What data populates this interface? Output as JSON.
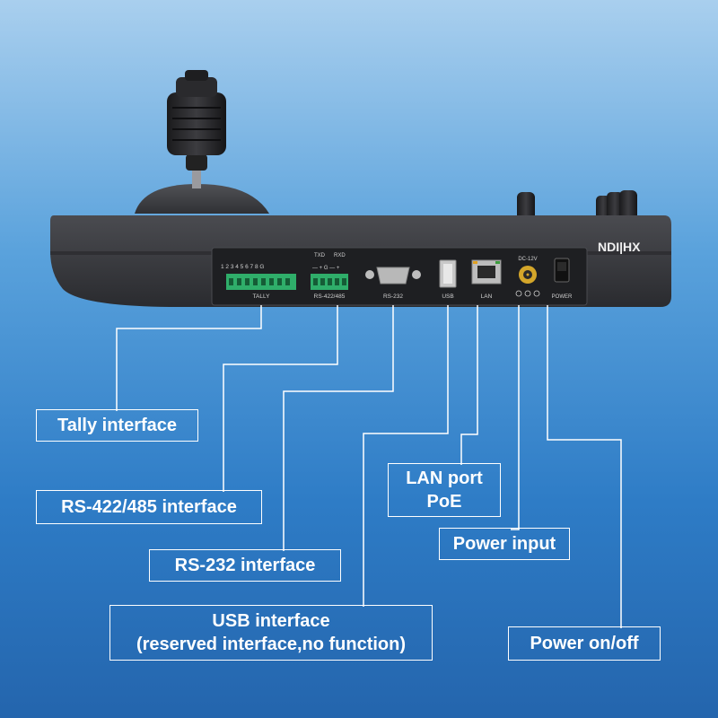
{
  "device": {
    "brand_logo": "NDI|HX",
    "port_labels": {
      "tally_numbers": [
        "1",
        "2",
        "3",
        "4",
        "5",
        "6",
        "7",
        "8",
        "G"
      ],
      "tally": "TALLY",
      "txd": "TXD",
      "rxd": "RXD",
      "rs422_pins": "— + G — +",
      "rs422": "RS-422/485",
      "rs232": "RS-232",
      "usb": "USB",
      "lan": "LAN",
      "dc": "DC-12V",
      "power": "POWER"
    }
  },
  "callouts": {
    "tally": "Tally interface",
    "rs422": "RS-422/485 interface",
    "rs232": "RS-232 interface",
    "usb_line1": "USB interface",
    "usb_line2": "(reserved interface,no function)",
    "lan_line1": "LAN port",
    "lan_line2": "PoE",
    "power_input": "Power input",
    "power_onoff": "Power on/off"
  },
  "colors": {
    "background_top": "#a9cfee",
    "background_bottom": "#2465ad",
    "device_body": "#3a3b3f",
    "terminal_green": "#2fae6a",
    "callout_border": "#ffffff"
  }
}
